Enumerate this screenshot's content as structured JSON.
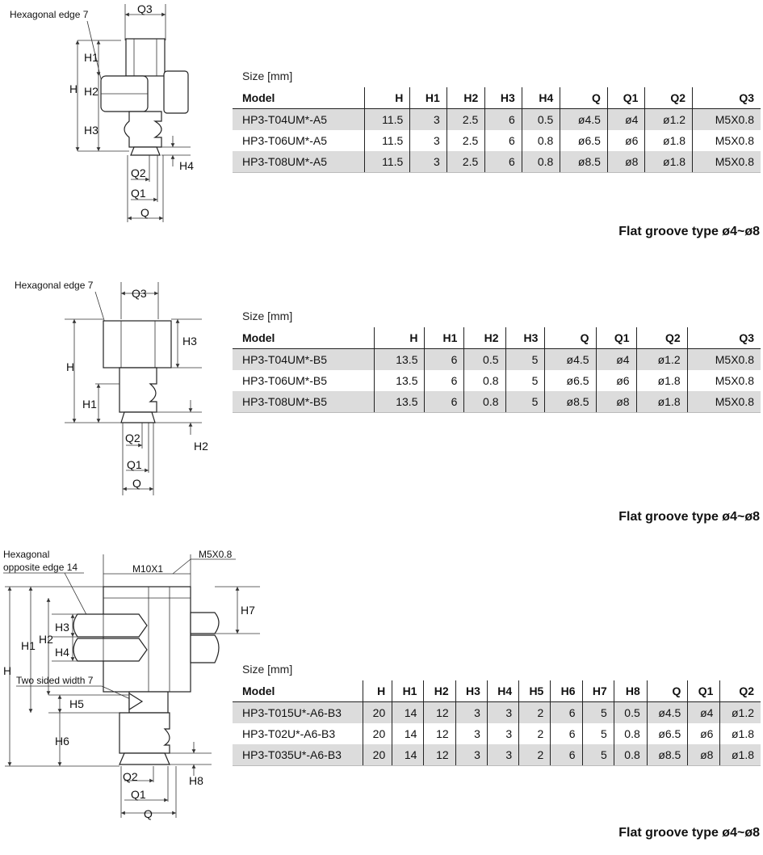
{
  "sections": [
    {
      "drawing_labels": {
        "hex_note": "Hexagonal edge 7",
        "q3": "Q3",
        "h": "H",
        "h1": "H1",
        "h2": "H2",
        "h3": "H3",
        "h4": "H4",
        "q2": "Q2",
        "q1": "Q1",
        "q": "Q"
      },
      "size_label": "Size [mm]",
      "headers": [
        "Model",
        "H",
        "H1",
        "H2",
        "H3",
        "H4",
        "Q",
        "Q1",
        "Q2",
        "Q3"
      ],
      "rows": [
        [
          "HP3-T04UM*-A5",
          "11.5",
          "3",
          "2.5",
          "6",
          "0.5",
          "ø4.5",
          "ø4",
          "ø1.2",
          "M5X0.8"
        ],
        [
          "HP3-T06UM*-A5",
          "11.5",
          "3",
          "2.5",
          "6",
          "0.8",
          "ø6.5",
          "ø6",
          "ø1.8",
          "M5X0.8"
        ],
        [
          "HP3-T08UM*-A5",
          "11.5",
          "3",
          "2.5",
          "6",
          "0.8",
          "ø8.5",
          "ø8",
          "ø1.8",
          "M5X0.8"
        ]
      ],
      "caption": "Flat groove type ø4~ø8"
    },
    {
      "drawing_labels": {
        "hex_note": "Hexagonal edge 7",
        "q3": "Q3",
        "h": "H",
        "h1": "H1",
        "h2": "H2",
        "h3": "H3",
        "q2": "Q2",
        "q1": "Q1",
        "q": "Q"
      },
      "size_label": "Size [mm]",
      "headers": [
        "Model",
        "H",
        "H1",
        "H2",
        "H3",
        "Q",
        "Q1",
        "Q2",
        "Q3"
      ],
      "rows": [
        [
          "HP3-T04UM*-B5",
          "13.5",
          "6",
          "0.5",
          "5",
          "ø4.5",
          "ø4",
          "ø1.2",
          "M5X0.8"
        ],
        [
          "HP3-T06UM*-B5",
          "13.5",
          "6",
          "0.8",
          "5",
          "ø6.5",
          "ø6",
          "ø1.8",
          "M5X0.8"
        ],
        [
          "HP3-T08UM*-B5",
          "13.5",
          "6",
          "0.8",
          "5",
          "ø8.5",
          "ø8",
          "ø1.8",
          "M5X0.8"
        ]
      ],
      "caption": "Flat groove type ø4~ø8"
    },
    {
      "drawing_labels": {
        "hex_note_1": "Hexagonal",
        "hex_note_2": "opposite edge 14",
        "m10": "M10X1",
        "m5": "M5X0.8",
        "two_sided": "Two sided width 7",
        "h": "H",
        "h1": "H1",
        "h2": "H2",
        "h3": "H3",
        "h4": "H4",
        "h5": "H5",
        "h6": "H6",
        "h7": "H7",
        "h8": "H8",
        "q2": "Q2",
        "q1": "Q1",
        "q": "Q"
      },
      "size_label": "Size [mm]",
      "headers": [
        "Model",
        "H",
        "H1",
        "H2",
        "H3",
        "H4",
        "H5",
        "H6",
        "H7",
        "H8",
        "Q",
        "Q1",
        "Q2"
      ],
      "rows": [
        [
          "HP3-T015U*-A6-B3",
          "20",
          "14",
          "12",
          "3",
          "3",
          "2",
          "6",
          "5",
          "0.5",
          "ø4.5",
          "ø4",
          "ø1.2"
        ],
        [
          "HP3-T02U*-A6-B3",
          "20",
          "14",
          "12",
          "3",
          "3",
          "2",
          "6",
          "5",
          "0.8",
          "ø6.5",
          "ø6",
          "ø1.8"
        ],
        [
          "HP3-T035U*-A6-B3",
          "20",
          "14",
          "12",
          "3",
          "3",
          "2",
          "6",
          "5",
          "0.8",
          "ø8.5",
          "ø8",
          "ø1.8"
        ]
      ],
      "caption": "Flat groove type ø4~ø8"
    }
  ]
}
